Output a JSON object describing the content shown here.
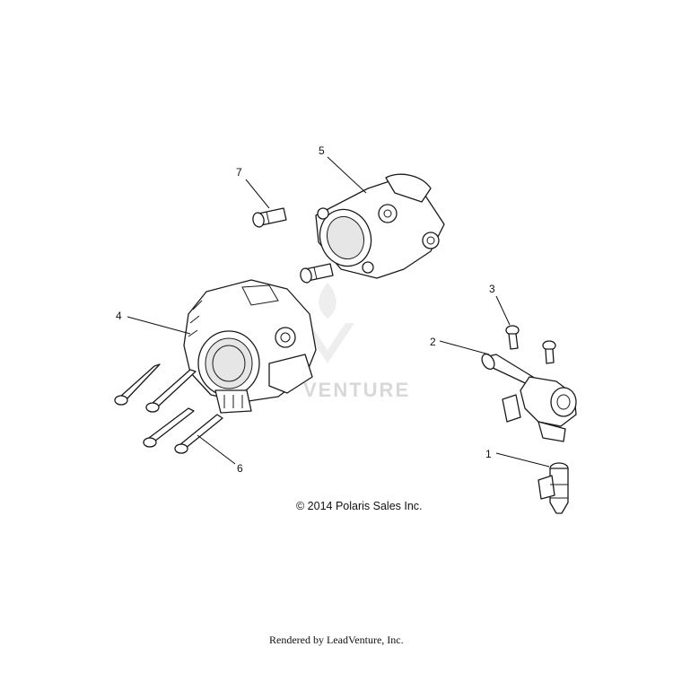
{
  "callouts": {
    "c1": "1",
    "c2": "2",
    "c3": "3",
    "c4": "4",
    "c5": "5",
    "c6": "6",
    "c7": "7"
  },
  "watermark": "VENTURE",
  "copyright": "© 2014 Polaris Sales Inc.",
  "footer": "Rendered by LeadVenture, Inc."
}
